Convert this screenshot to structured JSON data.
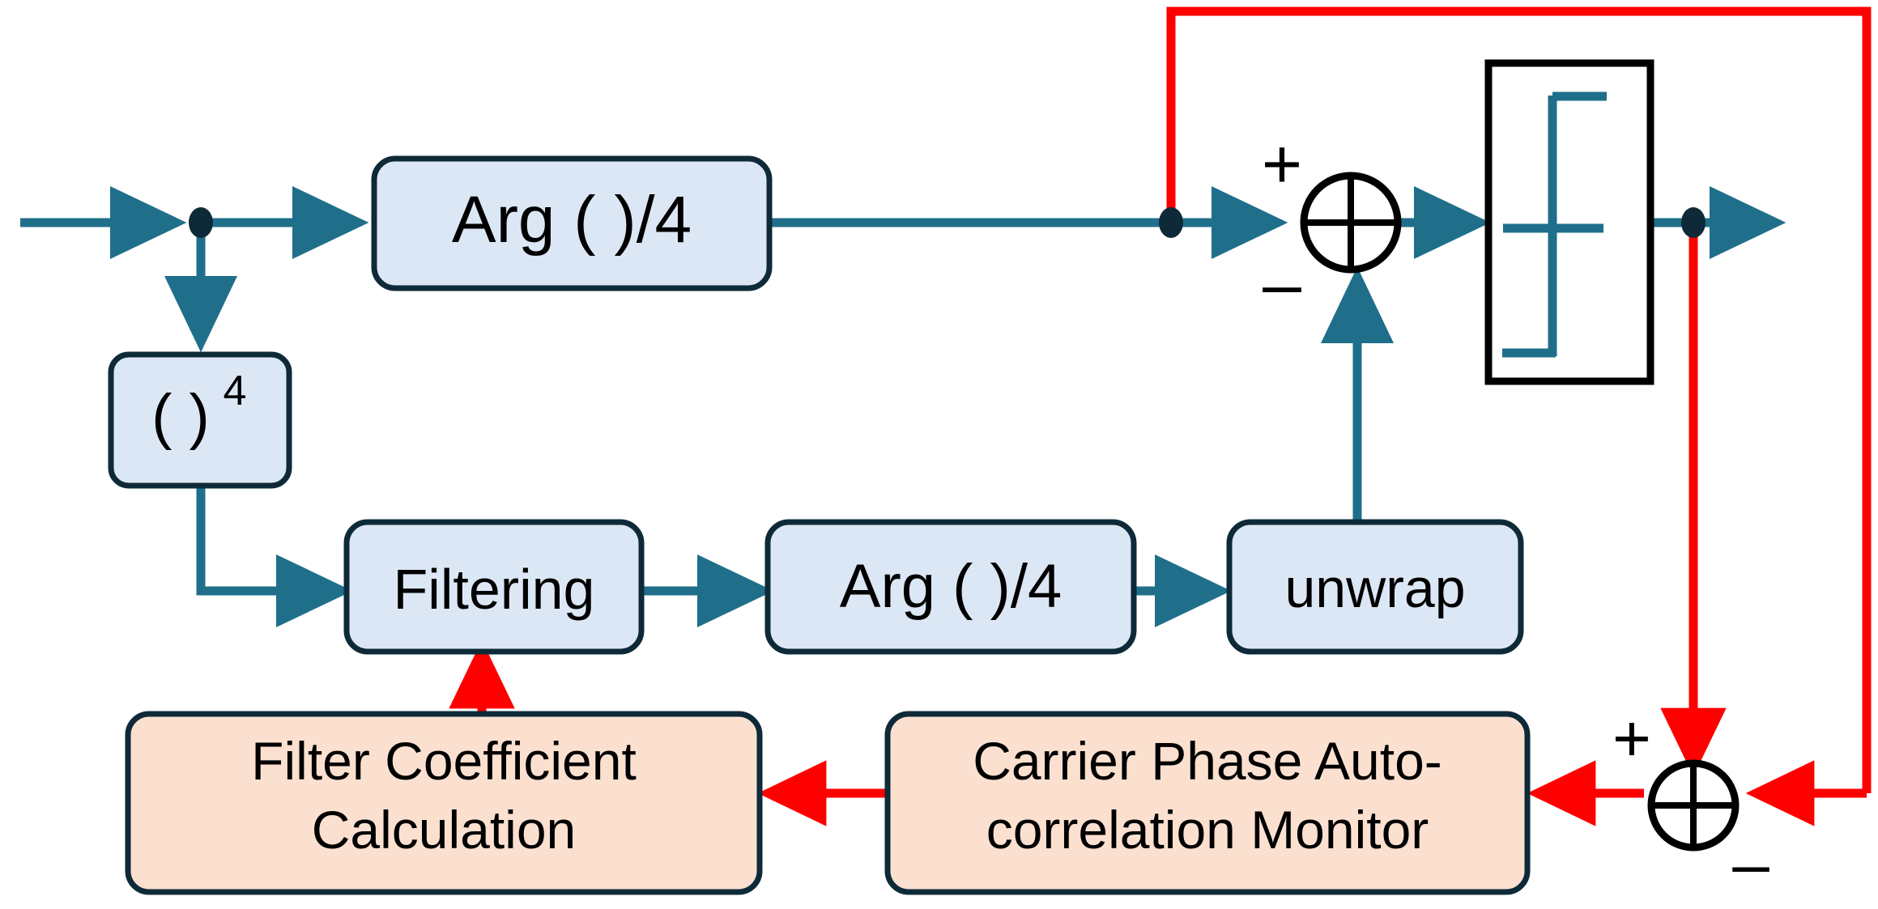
{
  "diagram": {
    "title": "Carrier phase recovery block diagram with adaptive filtering feedback",
    "colors": {
      "signal_line": "#1F6F8B",
      "feedback_line": "#FF0000",
      "block_fill_blue": "#DCE7F5",
      "block_fill_orange": "#FBE0D0",
      "block_stroke": "#0E2A38",
      "decision_stroke": "#000000",
      "text": "#000000",
      "background": "#FFFFFF"
    },
    "blocks": [
      {
        "id": "arg4-top",
        "label": "Arg ( )/4",
        "style": "blue",
        "shape": "rounded-rect"
      },
      {
        "id": "pow4",
        "label": "( )",
        "label_sup": "4",
        "style": "blue",
        "shape": "rounded-rect"
      },
      {
        "id": "filtering",
        "label": "Filtering",
        "style": "blue",
        "shape": "rounded-rect"
      },
      {
        "id": "arg4-bot",
        "label": "Arg ( )/4",
        "style": "blue",
        "shape": "rounded-rect"
      },
      {
        "id": "unwrap",
        "label": "unwrap",
        "style": "blue",
        "shape": "rounded-rect"
      },
      {
        "id": "decision",
        "label": "",
        "style": "plain",
        "shape": "rect-step-function"
      },
      {
        "id": "fcc",
        "label_line1": "Filter Coefficient",
        "label_line2": "Calculation",
        "style": "orange",
        "shape": "rounded-rect"
      },
      {
        "id": "cpam",
        "label_line1": "Carrier Phase Auto-",
        "label_line2": "correlation Monitor",
        "style": "orange",
        "shape": "rounded-rect"
      }
    ],
    "adders": [
      {
        "id": "adder-top",
        "plus": "+",
        "minus": "–",
        "symbol": "circle-plus",
        "plus_position": "top-left",
        "minus_position": "bottom-left"
      },
      {
        "id": "adder-bottom",
        "plus": "+",
        "minus": "–",
        "symbol": "circle-plus",
        "plus_position": "top-left",
        "minus_position": "bottom-right"
      }
    ],
    "junction_dots": [
      {
        "id": "dot-input"
      },
      {
        "id": "dot-after-arg-top"
      },
      {
        "id": "dot-output"
      }
    ],
    "signal_paths": [
      {
        "id": "path-input",
        "color": "signal",
        "from": "input",
        "to": "arg4-top"
      },
      {
        "id": "path-arg-to-adder",
        "color": "signal",
        "from": "arg4-top",
        "to": "adder-top"
      },
      {
        "id": "path-adder-to-decision",
        "color": "signal",
        "from": "adder-top",
        "to": "decision"
      },
      {
        "id": "path-decision-out",
        "color": "signal",
        "from": "decision",
        "to": "output"
      },
      {
        "id": "path-split-to-pow4",
        "color": "signal",
        "from": "dot-input",
        "to": "pow4"
      },
      {
        "id": "path-pow4-to-filter",
        "color": "signal",
        "from": "pow4",
        "to": "filtering"
      },
      {
        "id": "path-filter-to-arg",
        "color": "signal",
        "from": "filtering",
        "to": "arg4-bot"
      },
      {
        "id": "path-arg-to-unwrap",
        "color": "signal",
        "from": "arg4-bot",
        "to": "unwrap"
      },
      {
        "id": "path-unwrap-to-adder",
        "color": "signal",
        "from": "unwrap",
        "to": "adder-top-minus"
      },
      {
        "id": "path-fb-top-loop",
        "color": "feedback",
        "from": "dot-after-arg-top",
        "to": "adder-bottom-minus"
      },
      {
        "id": "path-fb-output",
        "color": "feedback",
        "from": "dot-output",
        "to": "adder-bottom-plus"
      },
      {
        "id": "path-fb-adder-to-cpam",
        "color": "feedback",
        "from": "adder-bottom",
        "to": "cpam"
      },
      {
        "id": "path-fb-cpam-to-fcc",
        "color": "feedback",
        "from": "cpam",
        "to": "fcc"
      },
      {
        "id": "path-fb-fcc-to-filter",
        "color": "feedback",
        "from": "fcc",
        "to": "filtering"
      }
    ]
  }
}
